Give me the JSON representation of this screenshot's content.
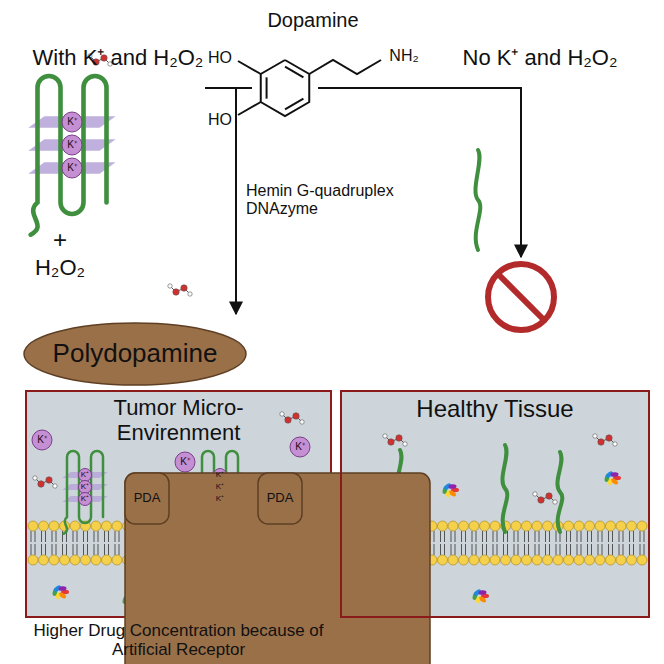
{
  "diagram": {
    "caption": "Higher Drug Concentration because of Artificial Receptor",
    "nodes": [
      {
        "text": [
          "Polydopamine"
        ]
      },
      {
        "text": [
          "Tumor Micro- Envirenment"
        ]
      },
      {
        "text": [
          "Healthy Tissue"
        ]
      },
      {
        "text": [
          "PDA"
        ],
        "in": 1
      },
      {
        "text": [
          "PDA"
        ],
        "in": 1
      }
    ],
    "labels": [
      "With K⁺ and H₂O₂",
      "Dopamine",
      "No K⁺ and H₂O₂",
      "HO",
      "HO",
      "NH₂",
      "K⁺",
      "K⁺",
      "K⁺",
      "+",
      "H₂O₂",
      "Hemin G-quadruplex DNAzyme",
      "K⁺",
      "K⁺",
      "K⁺",
      "K⁺",
      "K⁺",
      "K⁺",
      "K⁺",
      "K⁺",
      "K⁺"
    ]
  }
}
